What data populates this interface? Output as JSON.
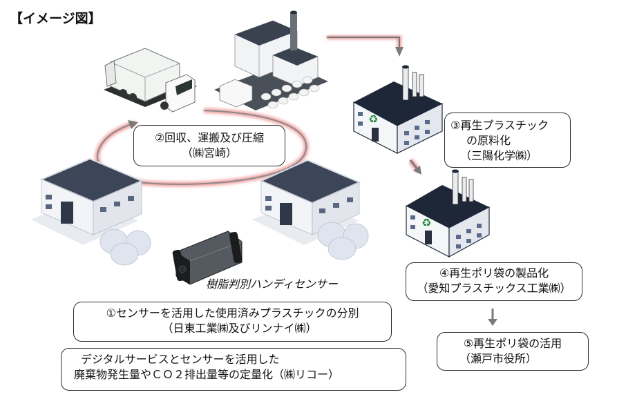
{
  "title": "【イメージ図】",
  "steps": {
    "step1": {
      "line1": "①センサーを活用した使用済みプラスチックの分別",
      "line2": "（日東工業㈱及びリンナイ㈱）"
    },
    "step2": {
      "line1": "②回収、運搬及び圧縮",
      "line2": "（㈱宮崎）"
    },
    "step3": {
      "line1": "③再生プラスチック",
      "line2": "の原料化",
      "line3": "（三陽化学㈱）"
    },
    "step4": {
      "line1": "④再生ポリ袋の製品化",
      "line2": "（愛知プラスチックス工業㈱）"
    },
    "step5": {
      "line1": "⑤再生ポリ袋の活用",
      "line2": "（瀬戸市役所）"
    }
  },
  "digital": {
    "line1": "デジタルサービスとセンサーを活用した",
    "line2": "廃棄物発生量やＣＯ２排出量等の定量化（㈱リコー）"
  },
  "sensor_label": "樹脂判別ハンディセンサー",
  "colors": {
    "arrow": "#7a7a7a",
    "arrow_glow": "#f2a0a0",
    "roof": "#2e3a4e",
    "wall": "#eef1f5",
    "recycle": "#1f8a3a",
    "box_border": "#2b2b2b"
  }
}
